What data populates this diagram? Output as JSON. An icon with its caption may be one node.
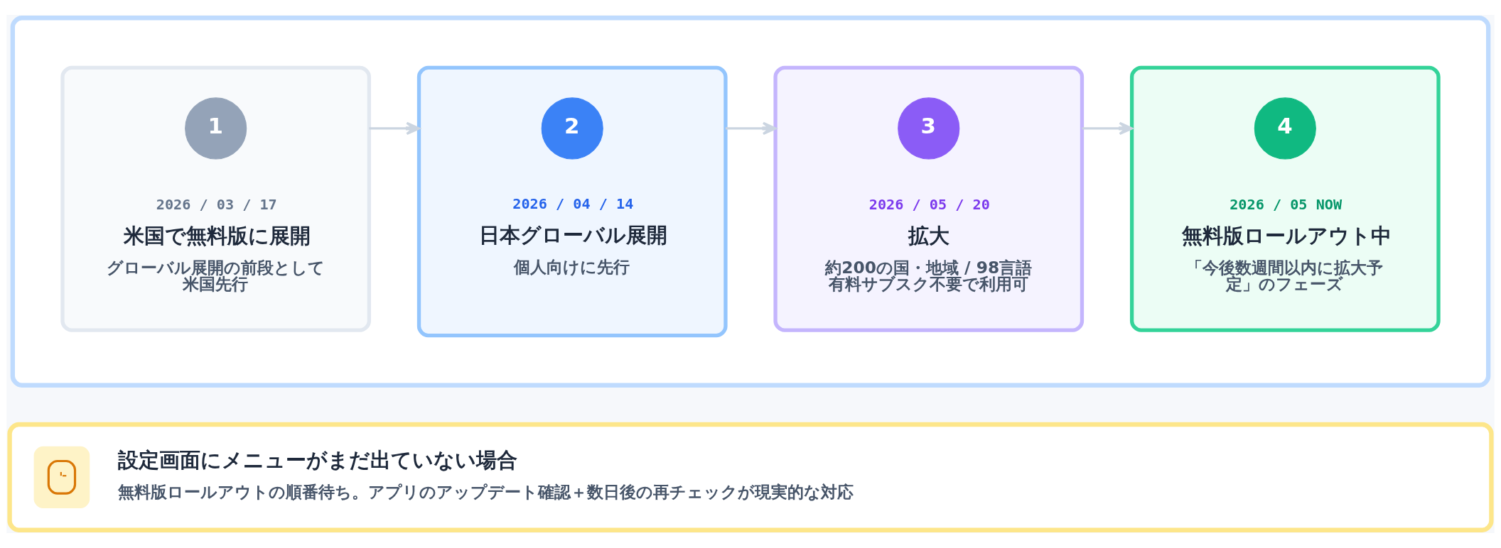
{
  "diagram": {
    "nodes": [
      {
        "text": [],
        "shape": "box"
      },
      {
        "text": [
          "2026 / 03 / 17",
          "米国で無料版に展開",
          "グローバル展開の前段として米国先行"
        ],
        "in": 0
      },
      {
        "text": [
          "1"
        ],
        "in": 1
      },
      {
        "text": [
          "2026 / 04 / 14",
          "日本グローバル展開",
          "個人向けに先行"
        ],
        "in": 0
      },
      {
        "text": [
          "2"
        ],
        "in": 3
      },
      {
        "text": [
          "2026 / 05 / 20",
          "拡大",
          "約200の国・地域 / 98言語",
          "有料サブスク不要で利用可"
        ],
        "in": 0
      },
      {
        "text": [
          "3"
        ],
        "in": 5
      },
      {
        "text": [
          "2026 / 05 NOW",
          "無料版ロールアウト中",
          "「今後数週間以内に拡大予定」のフェーズ"
        ],
        "in": 0
      },
      {
        "text": [
          "4"
        ],
        "in": 7
      },
      {
        "text": [
          "設定画面にメニューがまだ出ていない場合",
          "無料版ロールアウトの順番待ち。アプリのアップデート確認＋数日後の再チェックが現実的な対応"
        ]
      }
    ],
    "edges": [
      {
        "from": 1,
        "to": 3,
        "arrow": "to"
      },
      {
        "from": 3,
        "to": 5,
        "arrow": "to"
      },
      {
        "from": 5,
        "to": 7,
        "arrow": "to"
      }
    ]
  }
}
